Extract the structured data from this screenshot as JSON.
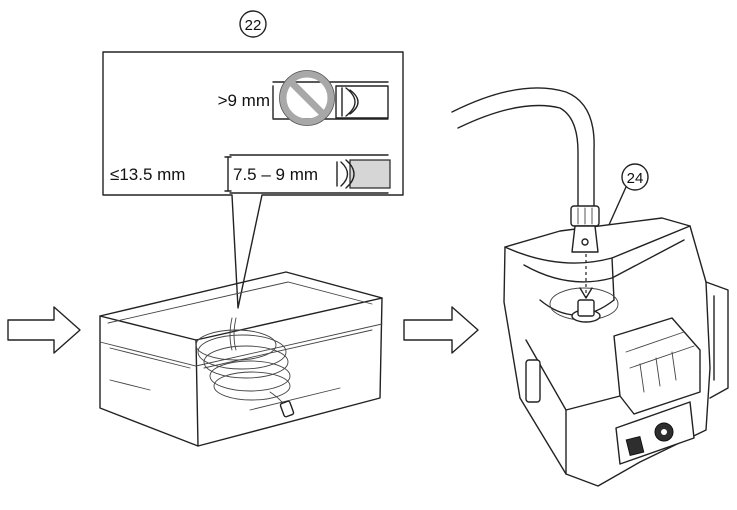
{
  "callouts": {
    "detail_number": "22",
    "device_number": "24"
  },
  "detail": {
    "too_long_label": ">9 mm",
    "max_label": "≤13.5 mm",
    "range_label": "7.5 – 9 mm",
    "prohibited_icon": "prohibited-icon"
  },
  "colors": {
    "line": "#222222",
    "prohibited": "#a8a8a8",
    "shade": "#d6d6d6"
  }
}
